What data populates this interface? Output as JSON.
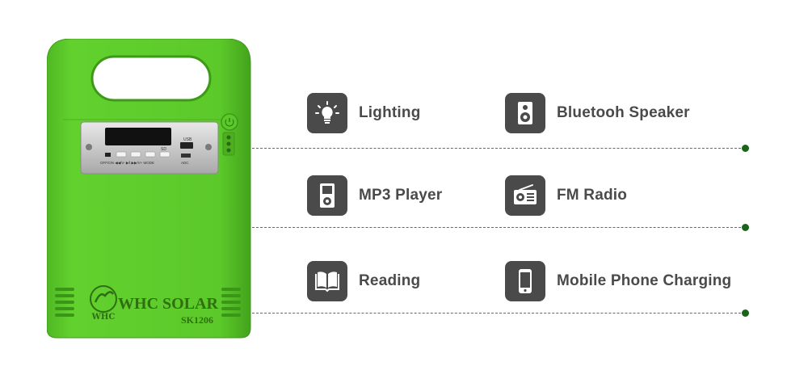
{
  "device": {
    "brand": "WHC SOLAR",
    "model": "SK1206",
    "logo_text": "WHC",
    "body_color": "#5fcf2c",
    "panel_labels": {
      "usb": "USB",
      "sd": "SD",
      "power": "OFF/ON",
      "prev": "◀◀/V-",
      "play": "▶ǁ",
      "next": "▶▶/V+",
      "mode": "MODE",
      "input": "ADC"
    }
  },
  "features": [
    {
      "id": "lighting",
      "label": "Lighting",
      "icon": "bulb-icon"
    },
    {
      "id": "speaker",
      "label": "Bluetooh Speaker",
      "icon": "speaker-icon"
    },
    {
      "id": "mp3",
      "label": "MP3 Player",
      "icon": "mp3-player-icon"
    },
    {
      "id": "radio",
      "label": "FM Radio",
      "icon": "radio-icon"
    },
    {
      "id": "reading",
      "label": "Reading",
      "icon": "book-icon"
    },
    {
      "id": "charging",
      "label": "Mobile Phone Charging",
      "icon": "phone-icon"
    }
  ],
  "colors": {
    "icon_bg": "#4a4a4a",
    "label": "#4a4a4a",
    "guide_line": "#3a8a2a",
    "guide_dot": "#17641a"
  }
}
